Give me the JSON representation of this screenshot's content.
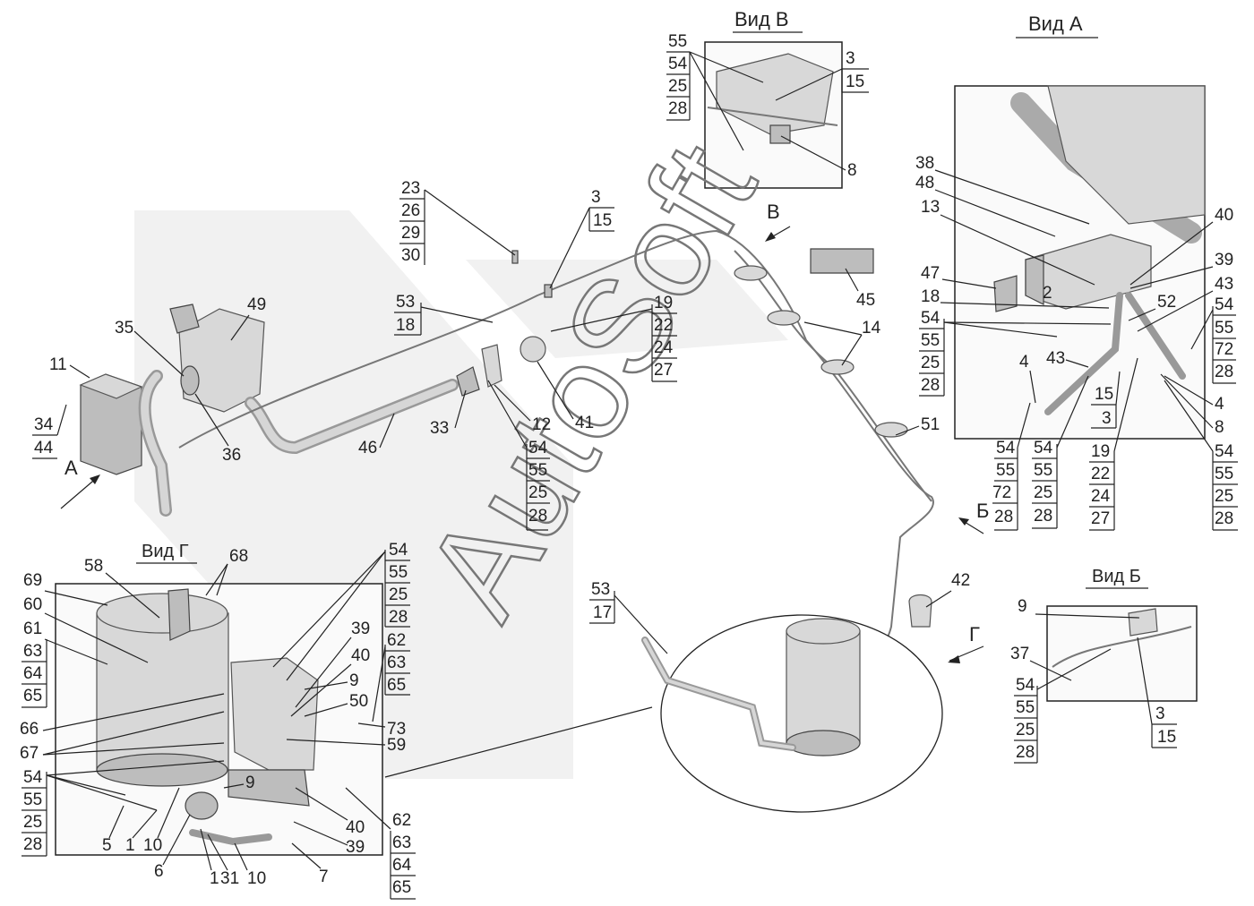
{
  "watermark": "AutoSoft",
  "views": {
    "v": "Вид В",
    "a": "Вид А",
    "b": "Вид Б",
    "g": "Вид Г"
  },
  "arrows": {
    "a": "А",
    "b": "Б",
    "v": "В",
    "g": "Г"
  },
  "labels": {
    "n34": "34",
    "n44": "44",
    "n11": "11",
    "n35": "35",
    "n49": "49",
    "n36": "36",
    "n46": "46",
    "n23": "23",
    "n26": "26",
    "n29": "29",
    "n30": "30",
    "n53a": "53",
    "n18a": "18",
    "n3a": "3",
    "n15a": "15",
    "n19a": "19",
    "n22a": "22",
    "n24a": "24",
    "n27a": "27",
    "n33": "33",
    "n12": "12",
    "n41": "41",
    "n54a": "54",
    "n55a": "55",
    "n25a": "25",
    "n28a": "28",
    "n45": "45",
    "n14": "14",
    "n51": "51",
    "n54b": "54",
    "n55b": "55",
    "n72b": "72",
    "n28b": "28",
    "n42": "42",
    "n53b": "53",
    "n17b": "17",
    "vv55": "55",
    "vv54": "54",
    "vv25": "25",
    "vv28": "28",
    "vv3": "3",
    "vv15": "15",
    "vv8": "8",
    "va38": "38",
    "va48": "48",
    "va13": "13",
    "va40": "40",
    "va39": "39",
    "va47": "47",
    "va18": "18",
    "va2": "2",
    "va52": "52",
    "va43a": "43",
    "va54a": "54",
    "va55a": "55",
    "va25a": "25",
    "va28a": "28",
    "va54r": "54",
    "va55r": "55",
    "va72r": "72",
    "va28r": "28",
    "va4a": "4",
    "va43b": "43",
    "va15": "15",
    "va3": "3",
    "va4b": "4",
    "va8": "8",
    "va54c": "54",
    "va55c": "55",
    "va25c": "25",
    "va28c": "28",
    "va19": "19",
    "va22": "22",
    "va24": "24",
    "va27": "27",
    "va54d": "54",
    "va55d": "55",
    "va25d": "25",
    "va28d": "28",
    "vb9": "9",
    "vb37": "37",
    "vb54": "54",
    "vb55": "55",
    "vb25": "25",
    "vb28": "28",
    "vb3": "3",
    "vb15": "15",
    "vg68": "68",
    "vg58": "58",
    "vg69": "69",
    "vg60": "60",
    "vg61": "61",
    "vg63a": "63",
    "vg64a": "64",
    "vg65a": "65",
    "vg66": "66",
    "vg67": "67",
    "vg54a": "54",
    "vg55a": "55",
    "vg25a": "25",
    "vg28a": "28",
    "vg5": "5",
    "vg1a": "1",
    "vg10a": "10",
    "vg6": "6",
    "vg1b": "1",
    "vg31": "31",
    "vg10b": "10",
    "vg7": "7",
    "vg54b": "54",
    "vg55b": "55",
    "vg25b": "25",
    "vg28b": "28",
    "vg39a": "39",
    "vg40a": "40",
    "vg9a": "9",
    "vg50": "50",
    "vg62a": "62",
    "vg63b": "63",
    "vg65b": "65",
    "vg73": "73",
    "vg59": "59",
    "vg9b": "9",
    "vg62b": "62",
    "vg63c": "63",
    "vg64c": "64",
    "vg65c": "65",
    "vg40b": "40",
    "vg39b": "39"
  }
}
